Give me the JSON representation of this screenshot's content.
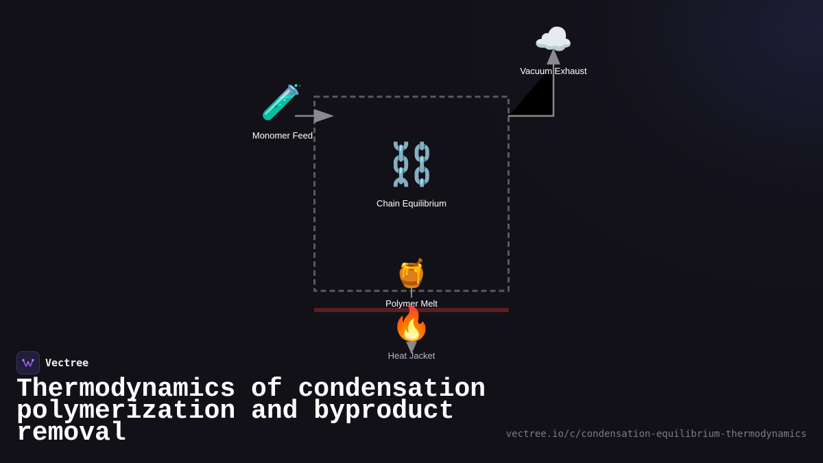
{
  "diagram": {
    "nodes": {
      "monomer_feed": {
        "icon": "🧪",
        "icon_name": "test-tube-icon",
        "label": "Monomer Feed"
      },
      "chain_equilibrium": {
        "icon": "⛓️",
        "icon_name": "chain-icon",
        "label": "Chain Equilibrium"
      },
      "polymer_melt": {
        "icon": "🍯",
        "icon_name": "honey-pot-icon",
        "label": "Polymer Melt"
      },
      "heat_jacket": {
        "icon": "🔥",
        "icon_name": "fire-icon",
        "label": "Heat Jacket"
      },
      "vacuum_exhaust": {
        "icon": "☁️",
        "icon_name": "cloud-icon",
        "label": "Vacuum Exhaust"
      }
    },
    "colors": {
      "reactor_border": "#5a5a5e",
      "arrow": "#8a8a8e",
      "heat_bar": "#5a1f24",
      "background": "#121117"
    }
  },
  "footer": {
    "brand": "Vectree",
    "title": "Thermodynamics of condensation polymerization and byproduct removal",
    "url": "vectree.io/c/condensation-equilibrium-thermodynamics",
    "accent": "#a855f7"
  }
}
